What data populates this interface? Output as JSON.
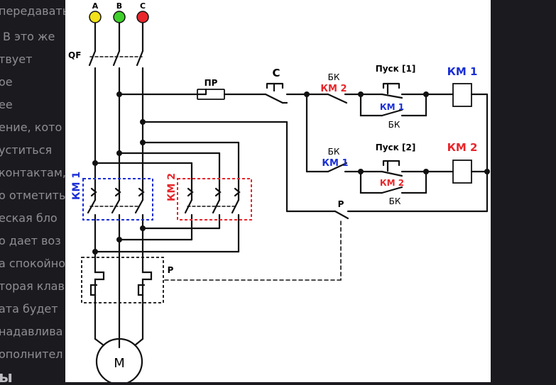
{
  "background_text": [
    "передавать",
    "В это же",
    "твует",
    "ое",
    "ее",
    "ение, кото",
    "уститься",
    "контактам,",
    "о отметить",
    "еская бло",
    "о дает воз",
    "а спокойно",
    "торая клав",
    "ата будет",
    "надавлива",
    "ополнител",
    "ы"
  ],
  "colors": {
    "km1": "#1a2fd6",
    "km2": "#e8262b",
    "phase_a": "#f3e11a",
    "phase_b": "#3fcf2a",
    "phase_c": "#e8262b",
    "wire": "#111111"
  },
  "labels": {
    "phase_a": "A",
    "phase_b": "B",
    "phase_c": "C",
    "qf": "QF",
    "km1": "КМ 1",
    "km2": "КМ 2",
    "fuse": "ПР",
    "stop": "С",
    "bk": "БК",
    "start1": "Пуск [1]",
    "start2": "Пуск [2]",
    "relay": "Р",
    "motor": "М"
  }
}
